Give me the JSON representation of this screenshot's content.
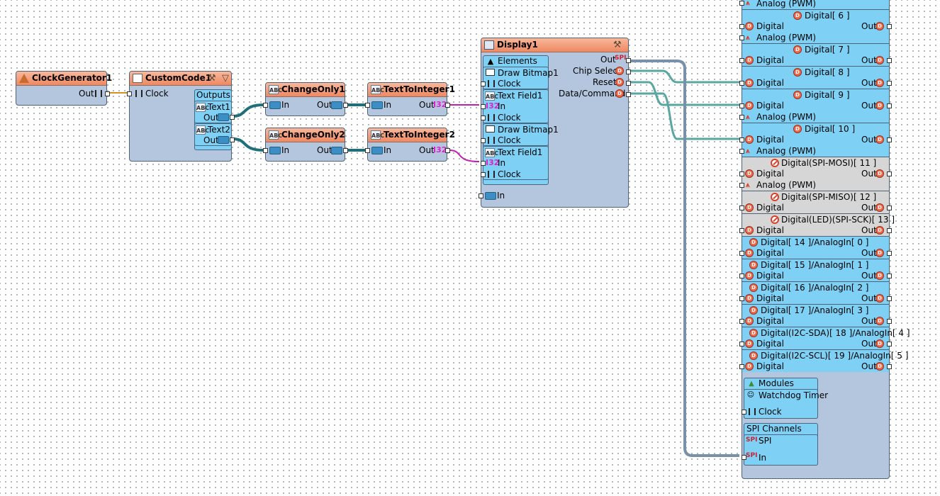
{
  "components": {
    "clock_generator": {
      "title": "ClockGenerator1",
      "out": "Out"
    },
    "custom_code": {
      "title": "CustomCode1",
      "clock": "Clock",
      "outputs": "Outputs",
      "text1": "Text1",
      "text2": "Text2",
      "out": "Out"
    },
    "change_only1": {
      "title": "ChangeOnly1",
      "in": "In",
      "out": "Out"
    },
    "change_only2": {
      "title": "ChangeOnly2",
      "in": "In",
      "out": "Out"
    },
    "text_to_integer1": {
      "title": "TextToInteger1",
      "in": "In",
      "out": "Out",
      "type": "I32"
    },
    "text_to_integer2": {
      "title": "TextToInteger2",
      "in": "In",
      "out": "Out",
      "type": "I32"
    },
    "display": {
      "title": "Display1",
      "elements": "Elements",
      "draw_bitmap1": "Draw Bitmap1",
      "text_field1": "Text Field1",
      "clock": "Clock",
      "in": "In",
      "type": "I32",
      "out": "Out",
      "spi": "SPI",
      "chip_select": "Chip Select",
      "reset": "Reset",
      "data_command": "Data/Command"
    }
  },
  "board": {
    "top_partial": "Analog (PWM)",
    "pins": [
      {
        "title": "Digital[ 6 ]",
        "a": "Digital",
        "b": "Analog (PWM)",
        "out": "Out"
      },
      {
        "title": "Digital[ 7 ]",
        "a": "Digital",
        "out": "Out"
      },
      {
        "title": "Digital[ 8 ]",
        "a": "Digital",
        "out": "Out"
      },
      {
        "title": "Digital[ 9 ]",
        "a": "Digital",
        "b": "Analog (PWM)",
        "out": "Out"
      },
      {
        "title": "Digital[ 10 ]",
        "a": "Digital",
        "b": "Analog (PWM)",
        "out": "Out"
      },
      {
        "title": "Digital(SPI-MOSI)[ 11 ]",
        "a": "Digital",
        "b": "Analog (PWM)",
        "out": "Out"
      },
      {
        "title": "Digital(SPI-MISO)[ 12 ]",
        "a": "Digital",
        "out": "Out"
      },
      {
        "title": "Digital(LED)(SPI-SCK)[ 13 ]",
        "a": "Digital",
        "out": "Out"
      },
      {
        "title": "Digital[ 14 ]/AnalogIn[ 0 ]",
        "a": "Digital",
        "out": "Out"
      },
      {
        "title": "Digital[ 15 ]/AnalogIn[ 1 ]",
        "a": "Digital",
        "out": "Out"
      },
      {
        "title": "Digital[ 16 ]/AnalogIn[ 2 ]",
        "a": "Digital",
        "out": "Out"
      },
      {
        "title": "Digital[ 17 ]/AnalogIn[ 3 ]",
        "a": "Digital",
        "out": "Out"
      },
      {
        "title": "Digital(I2C-SDA)[ 18 ]/AnalogIn[ 4 ]",
        "a": "Digital",
        "out": "Out"
      },
      {
        "title": "Digital(I2C-SCL)[ 19 ]/AnalogIn[ 5 ]",
        "a": "Digital",
        "out": "Out"
      }
    ],
    "modules": "Modules",
    "watchdog": "Watchdog Timer",
    "clock": "Clock",
    "spi_channels": "SPI Channels",
    "spi": "SPI",
    "in": "In"
  },
  "colors": {
    "title_bar": "#ee8963",
    "body": "#b3c6de",
    "pin_row": "#7fd0f5",
    "text_wire": "#1f6f78",
    "int_wire": "#c020b0",
    "clock_wire": "#d89020",
    "pin_wire": "#5aa6a0",
    "spi_wire": "#7890a8"
  }
}
